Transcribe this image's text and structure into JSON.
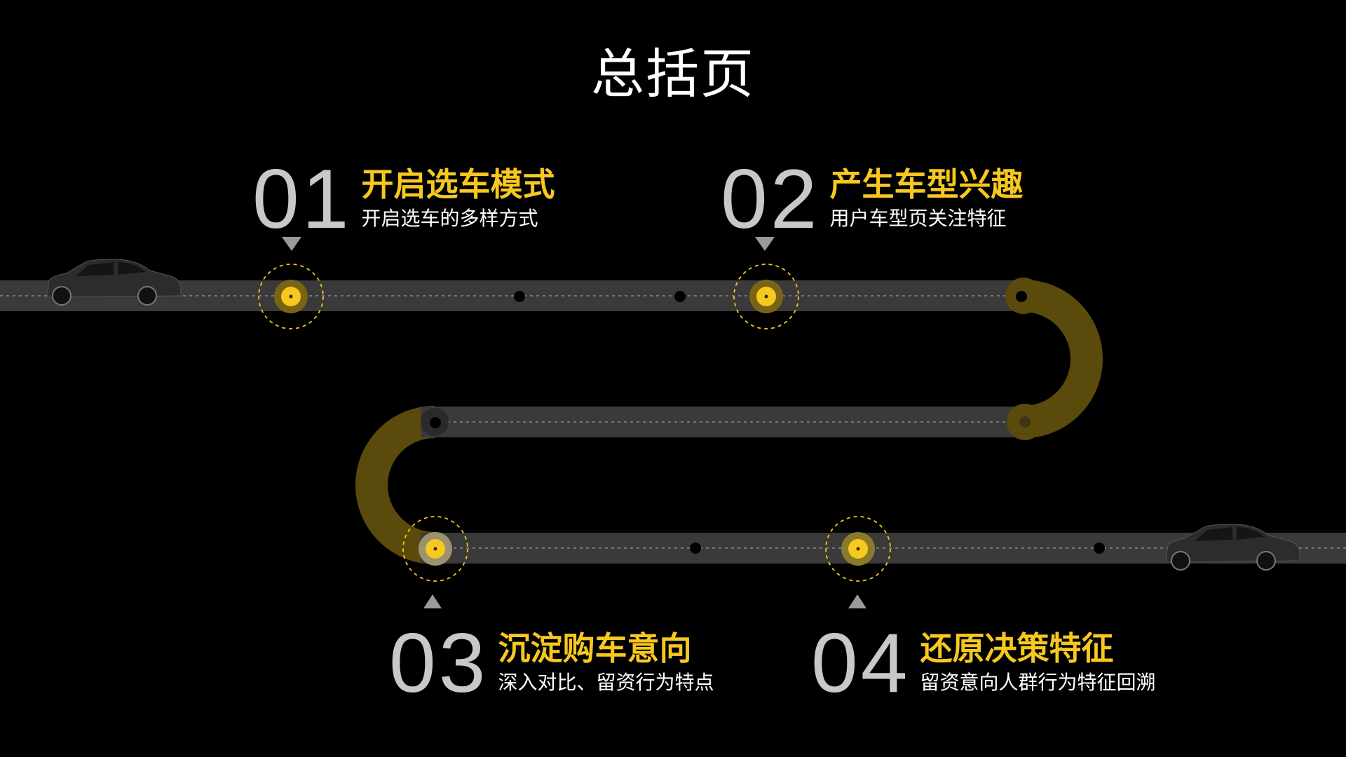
{
  "page": {
    "title": "总括页"
  },
  "steps": [
    {
      "number": "01",
      "title": "开启选车模式",
      "subtitle": "开启选车的多样方式"
    },
    {
      "number": "02",
      "title": "产生车型兴趣",
      "subtitle": "用户车型页关注特征"
    },
    {
      "number": "03",
      "title": "沉淀购车意向",
      "subtitle": "深入对比、留资行为特点"
    },
    {
      "number": "04",
      "title": "还原决策特征",
      "subtitle": "留资意向人群行为特征回溯"
    }
  ],
  "colors": {
    "background": "#000000",
    "accent": "#f7c81e",
    "road": "#3a3a3a",
    "curve": "#5a4a0c",
    "number": "#c8c8c8"
  },
  "icons": [
    "car-icon",
    "milestone-marker-icon",
    "pointer-triangle-icon"
  ]
}
